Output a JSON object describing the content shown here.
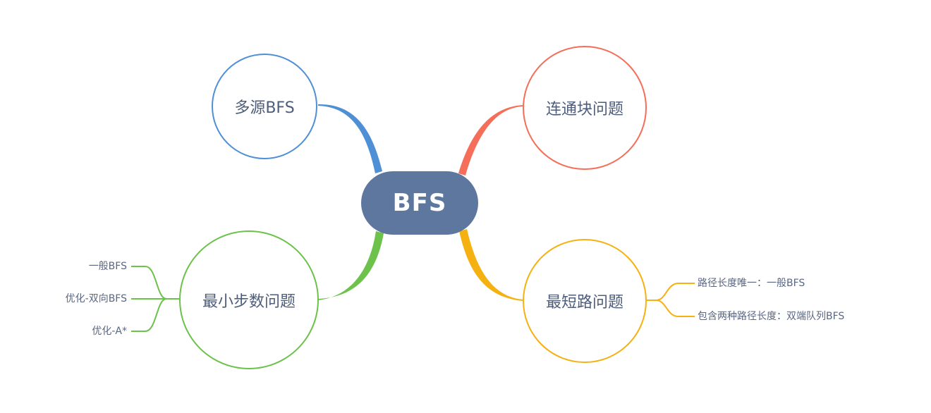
{
  "root": {
    "label": "BFS"
  },
  "topics": {
    "multi_source": {
      "label": "多源BFS",
      "color": "#4f8fd6"
    },
    "connected": {
      "label": "连通块问题",
      "color": "#f56e5a"
    },
    "min_steps": {
      "label": "最小步数问题",
      "color": "#6cc24a",
      "children": [
        "一般BFS",
        "优化-双向BFS",
        "优化-A*"
      ]
    },
    "shortest_path": {
      "label": "最短路问题",
      "color": "#f5b111",
      "children": [
        "路径长度唯一：一般BFS",
        "包含两种路径长度：双端队列BFS"
      ]
    }
  },
  "root_color": "#5e779f"
}
